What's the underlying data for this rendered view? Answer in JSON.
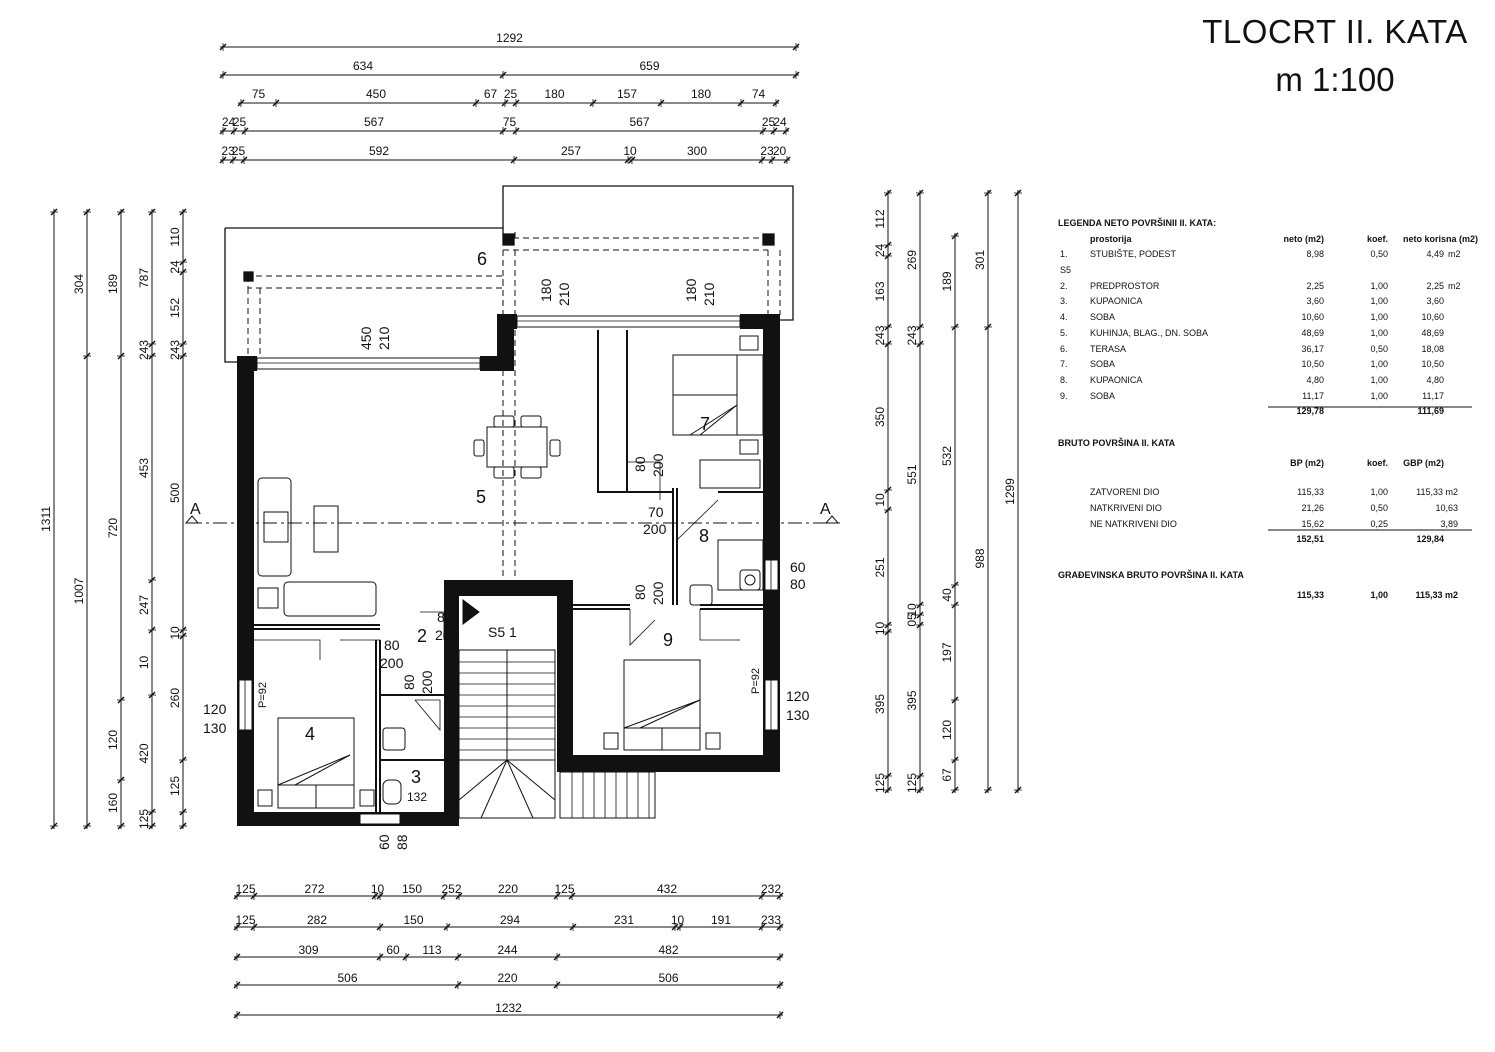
{
  "header": {
    "title": "TLOCRT  II. KATA",
    "scale": "m 1:100"
  },
  "dims_top": [
    [
      "1292"
    ],
    [
      "634",
      "659"
    ],
    [
      "75",
      "450",
      "67",
      "25",
      "180",
      "157",
      "180",
      "74"
    ],
    [
      "24",
      "25",
      "567",
      "75",
      "567",
      "25",
      "24"
    ],
    [
      "23",
      "25",
      "592",
      "257",
      "10",
      "300",
      "23",
      "20"
    ]
  ],
  "dims_bottom": [
    [
      "125",
      "272",
      "10",
      "150",
      "252",
      "220",
      "125",
      "432",
      "232"
    ],
    [
      "125",
      "282",
      "150",
      "294",
      "231",
      "10",
      "191",
      "233"
    ],
    [
      "309",
      "60",
      "113",
      "244",
      "482"
    ],
    [
      "506",
      "220",
      "506"
    ],
    [
      "1232"
    ]
  ],
  "dims_left": [
    [
      "1311"
    ],
    [
      "304",
      "1007"
    ],
    [
      "189",
      "720",
      "120",
      "160"
    ],
    [
      "787",
      "243",
      "453",
      "247",
      "10",
      "420",
      "125"
    ],
    [
      "110",
      "24",
      "152",
      "243",
      "500",
      "10",
      "260",
      "125"
    ]
  ],
  "dims_right": [
    [
      "112",
      "24",
      "163",
      "243",
      "350",
      "10",
      "251",
      "10",
      "395",
      "125"
    ],
    [
      "269",
      "243",
      "551",
      "10",
      "05",
      "395",
      "125"
    ],
    [
      "189",
      "532",
      "40",
      "197",
      "120",
      "67"
    ],
    [
      "301",
      "988"
    ],
    [
      "1299"
    ]
  ],
  "rooms": [
    {
      "num": "1",
      "label": "S5 1"
    },
    {
      "num": "2"
    },
    {
      "num": "3"
    },
    {
      "num": "4"
    },
    {
      "num": "5"
    },
    {
      "num": "6"
    },
    {
      "num": "7"
    },
    {
      "num": "8"
    },
    {
      "num": "9"
    }
  ],
  "openings": {
    "w1_top": "180",
    "w1_bot": "210",
    "w2_top": "180",
    "w2_bot": "210",
    "w3_top": "450",
    "w3_bot": "210",
    "d7_top": "80",
    "d7_bot": "200",
    "d8_top": "70",
    "d8_bot": "200",
    "w8_top": "60",
    "w8_bot": "80",
    "d9_top": "80",
    "d9_bot": "200",
    "w9_top": "120",
    "w9_bot": "130",
    "w4_top": "120",
    "w4_bot": "130",
    "d2_top": "80",
    "d2_bot": "200",
    "d2b_top": "80",
    "d2b_bot": "200",
    "d3_top": "80",
    "d3_bot": "200",
    "w3b_top": "60",
    "w3b_bot": "88",
    "r3_extra": "132",
    "p92_left": "P=92",
    "p92_right": "P=92",
    "section": "A"
  },
  "legend": {
    "title": "LEGENDA NETO POVRŠINII II. KATA:",
    "col_room": "prostorija",
    "col_neto": "neto (m2)",
    "col_koef": "koef.",
    "col_korisna": "neto korisna (m2)",
    "rows": [
      {
        "num": "1.",
        "name": "STUBIŠTE, PODEST",
        "neto": "8,98",
        "koef": "0,50",
        "kor": "4,49",
        "unit": "m2"
      },
      {
        "num": "S5",
        "name": "",
        "neto": "",
        "koef": "",
        "kor": "",
        "unit": ""
      },
      {
        "num": "2.",
        "name": "PREDPROSTOR",
        "neto": "2,25",
        "koef": "1,00",
        "kor": "2,25",
        "unit": "m2"
      },
      {
        "num": "3.",
        "name": "KUPAONICA",
        "neto": "3,60",
        "koef": "1,00",
        "kor": "3,60",
        "unit": ""
      },
      {
        "num": "4.",
        "name": "SOBA",
        "neto": "10,60",
        "koef": "1,00",
        "kor": "10,60",
        "unit": ""
      },
      {
        "num": "5.",
        "name": "KUHINJA, BLAG., DN. SOBA",
        "neto": "48,69",
        "koef": "1,00",
        "kor": "48,69",
        "unit": ""
      },
      {
        "num": "6.",
        "name": "TERASA",
        "neto": "36,17",
        "koef": "0,50",
        "kor": "18,08",
        "unit": ""
      },
      {
        "num": "7.",
        "name": "SOBA",
        "neto": "10,50",
        "koef": "1,00",
        "kor": "10,50",
        "unit": ""
      },
      {
        "num": "8.",
        "name": "KUPAONICA",
        "neto": "4,80",
        "koef": "1,00",
        "kor": "4,80",
        "unit": ""
      },
      {
        "num": "9.",
        "name": "SOBA",
        "neto": "11,17",
        "koef": "1,00",
        "kor": "11,17",
        "unit": ""
      }
    ],
    "total_neto": "129,78",
    "total_korisna": "111,69",
    "bruto_title": "BRUTO POVRŠINA II. KATA",
    "bruto_col_bp": "BP (m2)",
    "bruto_col_koef": "koef.",
    "bruto_col_gbp": "GBP (m2)",
    "bruto_rows": [
      {
        "name": "ZATVORENI DIO",
        "bp": "115,33",
        "koef": "1,00",
        "gbp": "115,33 m2"
      },
      {
        "name": "NATKRIVENI DIO",
        "bp": "21,26",
        "koef": "0,50",
        "gbp": "10,63"
      },
      {
        "name": "NE NATKRIVENI DIO",
        "bp": "15,62",
        "koef": "0,25",
        "gbp": "3,89"
      }
    ],
    "bruto_total_bp": "152,51",
    "bruto_total_gbp": "129,84",
    "gbp_title": "GRAĐEVINSKA BRUTO POVRŠINA II. KATA",
    "gbp_bp": "115,33",
    "gbp_koef": "1,00",
    "gbp_val": "115,33 m2"
  }
}
